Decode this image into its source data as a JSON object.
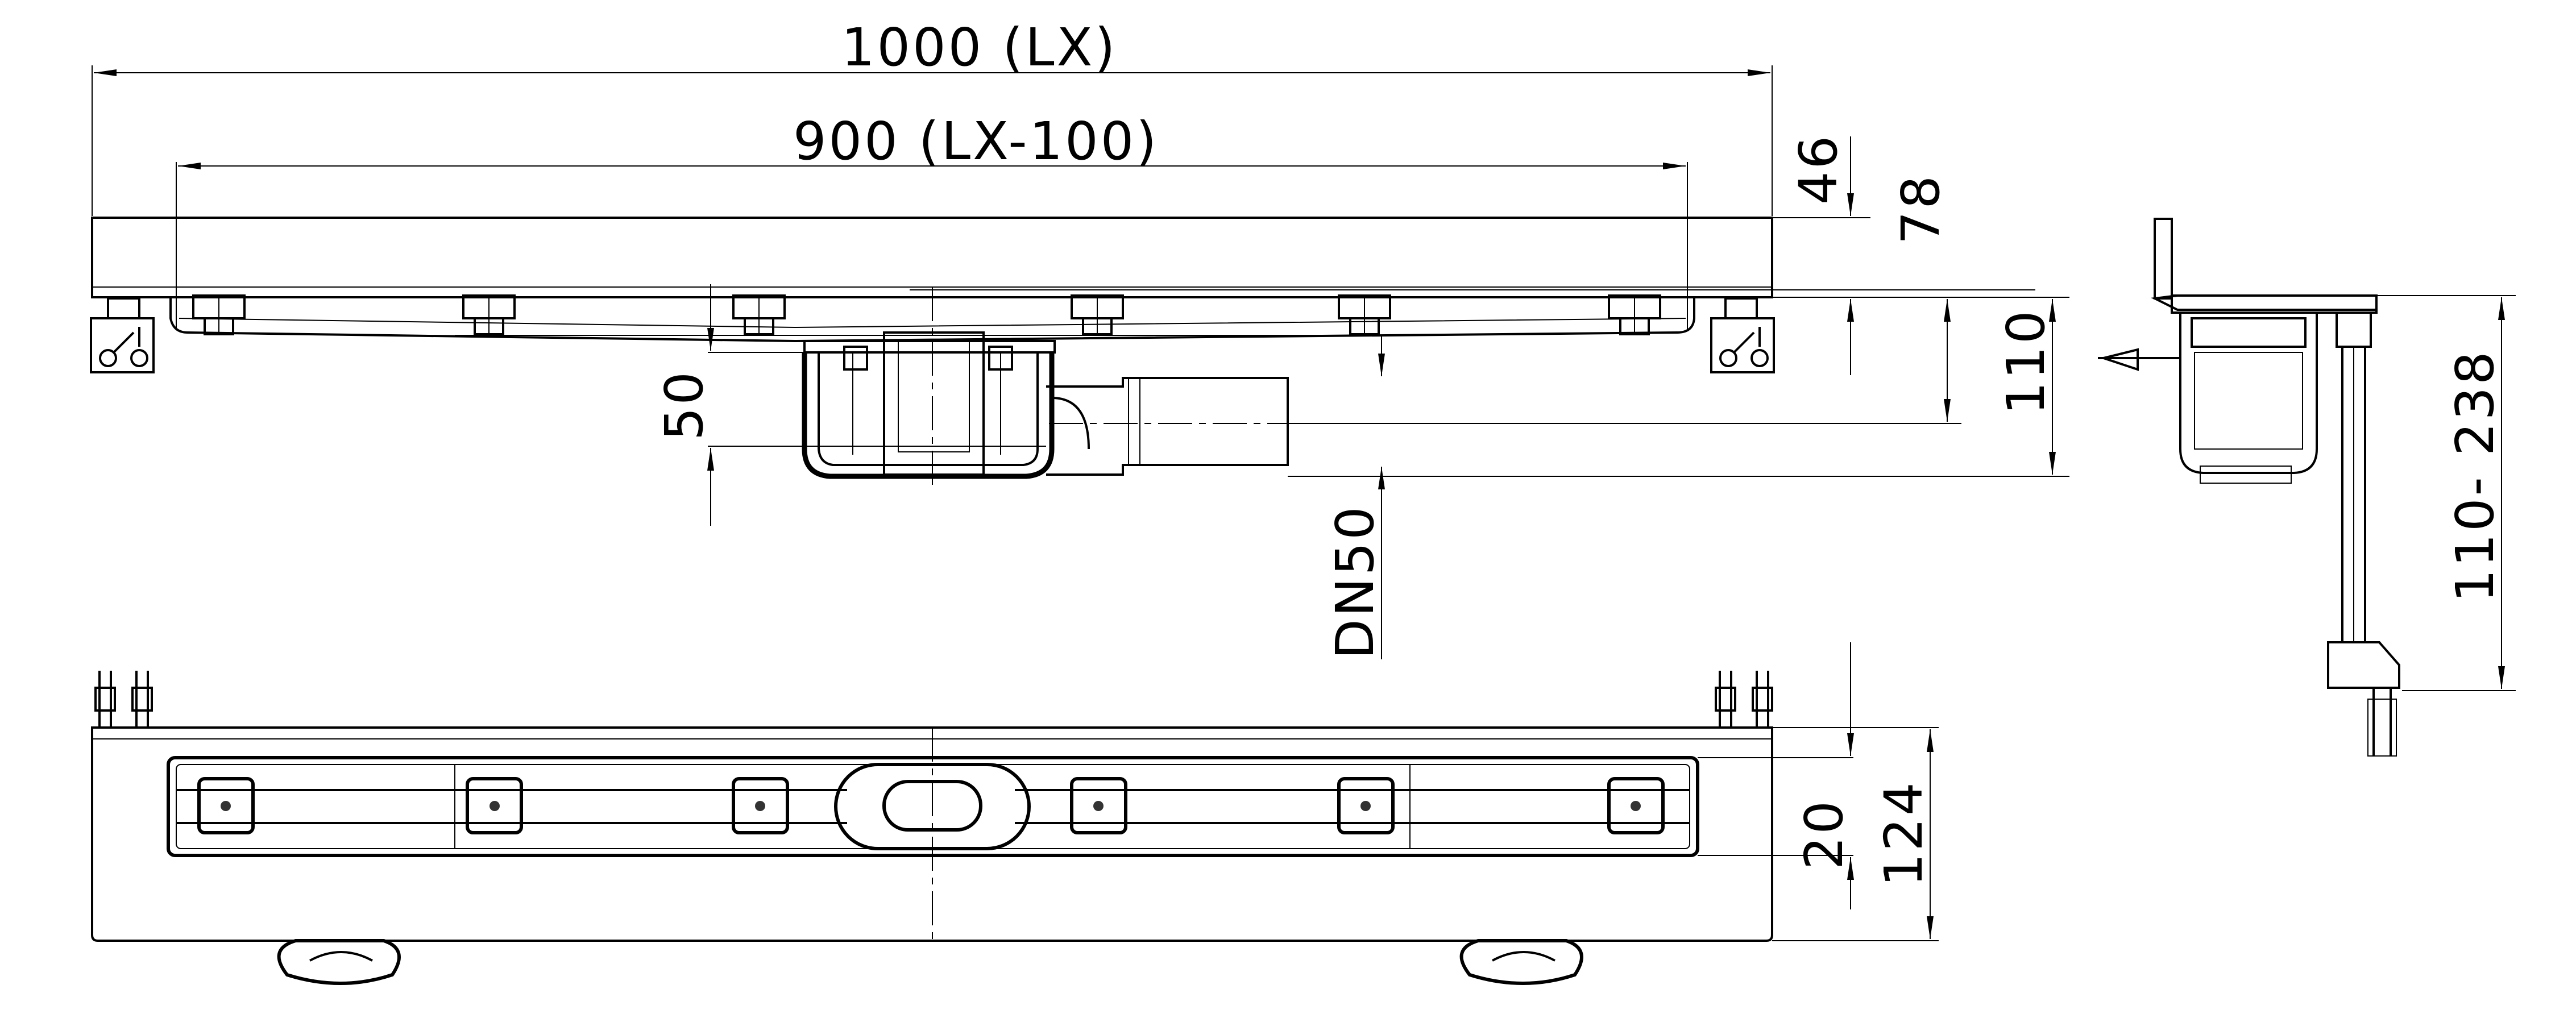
{
  "dimensions": {
    "overall_length": "1000  (LX)",
    "inner_length": "900  (LX-100)",
    "height_46": "46",
    "height_78": "78",
    "height_110": "110",
    "outlet_height": "50",
    "outlet_size": "DN50",
    "adjust_range": "110- 238",
    "width_20": "20",
    "width_124": "124"
  },
  "colors": {
    "line": "#000000",
    "background": "#ffffff"
  }
}
